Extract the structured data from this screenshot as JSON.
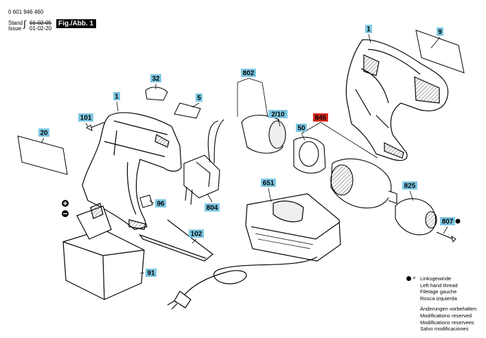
{
  "header": {
    "part_number": "0 601 946 460",
    "stand_label": "Stand",
    "issue_label": "Issue",
    "stand_date": "01-02-05",
    "issue_date": "01-02-20",
    "figure_label": "Fig./Abb. 1"
  },
  "callouts": [
    {
      "id": "c1a",
      "text": "1",
      "highlight": false
    },
    {
      "id": "c9",
      "text": "9",
      "highlight": false
    },
    {
      "id": "c32",
      "text": "32",
      "highlight": false
    },
    {
      "id": "c802",
      "text": "802",
      "highlight": false
    },
    {
      "id": "c1b",
      "text": "1",
      "highlight": false
    },
    {
      "id": "c5",
      "text": "5",
      "highlight": false
    },
    {
      "id": "c210",
      "text": "2/10",
      "highlight": false
    },
    {
      "id": "c845",
      "text": "845",
      "highlight": true
    },
    {
      "id": "c101",
      "text": "101",
      "highlight": false
    },
    {
      "id": "c50",
      "text": "50",
      "highlight": false
    },
    {
      "id": "c20",
      "text": "20",
      "highlight": false
    },
    {
      "id": "c651",
      "text": "651",
      "highlight": false
    },
    {
      "id": "c825",
      "text": "825",
      "highlight": false
    },
    {
      "id": "c96",
      "text": "96",
      "highlight": false
    },
    {
      "id": "c804",
      "text": "804",
      "highlight": false
    },
    {
      "id": "c807",
      "text": "807",
      "highlight": false
    },
    {
      "id": "c102",
      "text": "102",
      "highlight": false
    },
    {
      "id": "c91",
      "text": "91",
      "highlight": false
    }
  ],
  "colors": {
    "callout_fill": "#7ec8e3",
    "highlight_fill": "#d9261c",
    "line": "#000000"
  },
  "notes": {
    "legend_symbol": "=",
    "left_hand_thread": [
      "Linksgewinde",
      "Left hand thread",
      "Filetage gauche",
      "Rosca izquierda"
    ],
    "modifications": [
      "Änderungen vorbehalten",
      "Modifications reserved",
      "Modifications reservees",
      "Salvo modificaciones"
    ]
  }
}
